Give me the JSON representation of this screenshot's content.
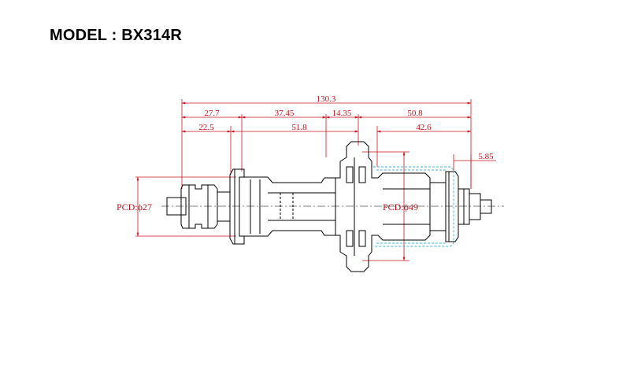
{
  "title": "MODEL : BX314R",
  "colors": {
    "dimension": "#c8141e",
    "outline": "#000000",
    "accent": "#39b5d9"
  },
  "dimensions": {
    "overall": "130.3",
    "d1": "27.7",
    "d2": "37.45",
    "d3": "14.35",
    "d4": "50.8",
    "d5": "22.5",
    "d6": "51.8",
    "d7": "42.6",
    "d8": "5.85"
  },
  "pcd_left": "PCD:ϕ27",
  "pcd_right": "PCD:ϕ49"
}
